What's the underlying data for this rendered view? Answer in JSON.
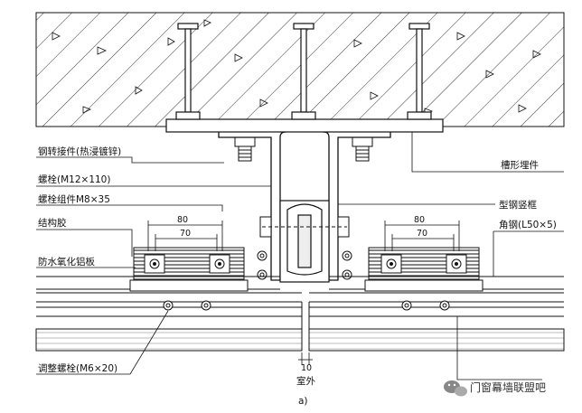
{
  "labels": {
    "steel_adapter": "钢转接件(热浸镀锌)",
    "bolt_m12": "螺栓(M12×110)",
    "bolt_assembly": "螺栓组件M8×35",
    "structural_glue": "结构胶",
    "anodized_panel": "防水氧化铝板",
    "adjust_bolt": "调整螺栓(M6×20)",
    "channel_embed": "槽形埋件",
    "steel_mullion": "型钢竖框",
    "angle_steel": "角钢(L50×5)"
  },
  "dimensions": {
    "left_outer": "80",
    "left_inner": "70",
    "right_outer": "80",
    "right_inner": "70",
    "gap": "10"
  },
  "outdoor_label": "室外",
  "figure_label": "a)",
  "watermark": "门窗幕墙联盟吧",
  "watermark_icon": "wechat-icon",
  "colors": {
    "line": "#111111",
    "bolt_block": "#555555",
    "wechat": "#888888"
  }
}
